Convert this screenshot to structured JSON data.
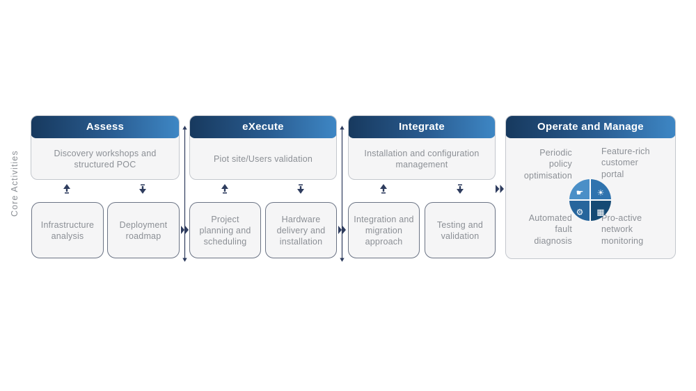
{
  "side_label": "Core Activities",
  "colors": {
    "header_gradient_start": "#17395e",
    "header_gradient_end": "#3e87c5",
    "header_text": "#ffffff",
    "box_background": "#f5f5f6",
    "box_border": "#6a7384",
    "card_border": "#c3c7cd",
    "body_text": "#8b8f95",
    "arrow_navy": "#2e3c5e",
    "quadrant_top_left": "#4a8fc7",
    "quadrant_top_right": "#2f73ae",
    "quadrant_bottom_left": "#27659c",
    "quadrant_bottom_right": "#154a74"
  },
  "phases": [
    {
      "title": "Assess",
      "top_activity": "Discovery workshops and structured POC",
      "sub_activities": [
        "Infrastructure analysis",
        "Deployment roadmap"
      ]
    },
    {
      "title": "eXecute",
      "top_activity": "Piot site/Users validation",
      "sub_activities": [
        "Project planning and scheduling",
        "Hardware delivery and installation"
      ]
    },
    {
      "title": "Integrate",
      "top_activity": "Installation and configuration management",
      "sub_activities": [
        "Integration and migration approach",
        "Testing and validation"
      ]
    },
    {
      "title": "Operate and Manage",
      "quadrants": [
        {
          "label": "Periodic policy optimisation",
          "icon": "hand-service-icon",
          "glyph": "☛"
        },
        {
          "label": "Feature-rich customer portal",
          "icon": "sun-optimisation-icon",
          "glyph": "☀"
        },
        {
          "label": "Automated fault diagnosis",
          "icon": "head-intelligence-icon",
          "glyph": "⚙"
        },
        {
          "label": "Pro-active network monitoring",
          "icon": "dashboard-monitoring-icon",
          "glyph": "▦"
        }
      ]
    }
  ]
}
